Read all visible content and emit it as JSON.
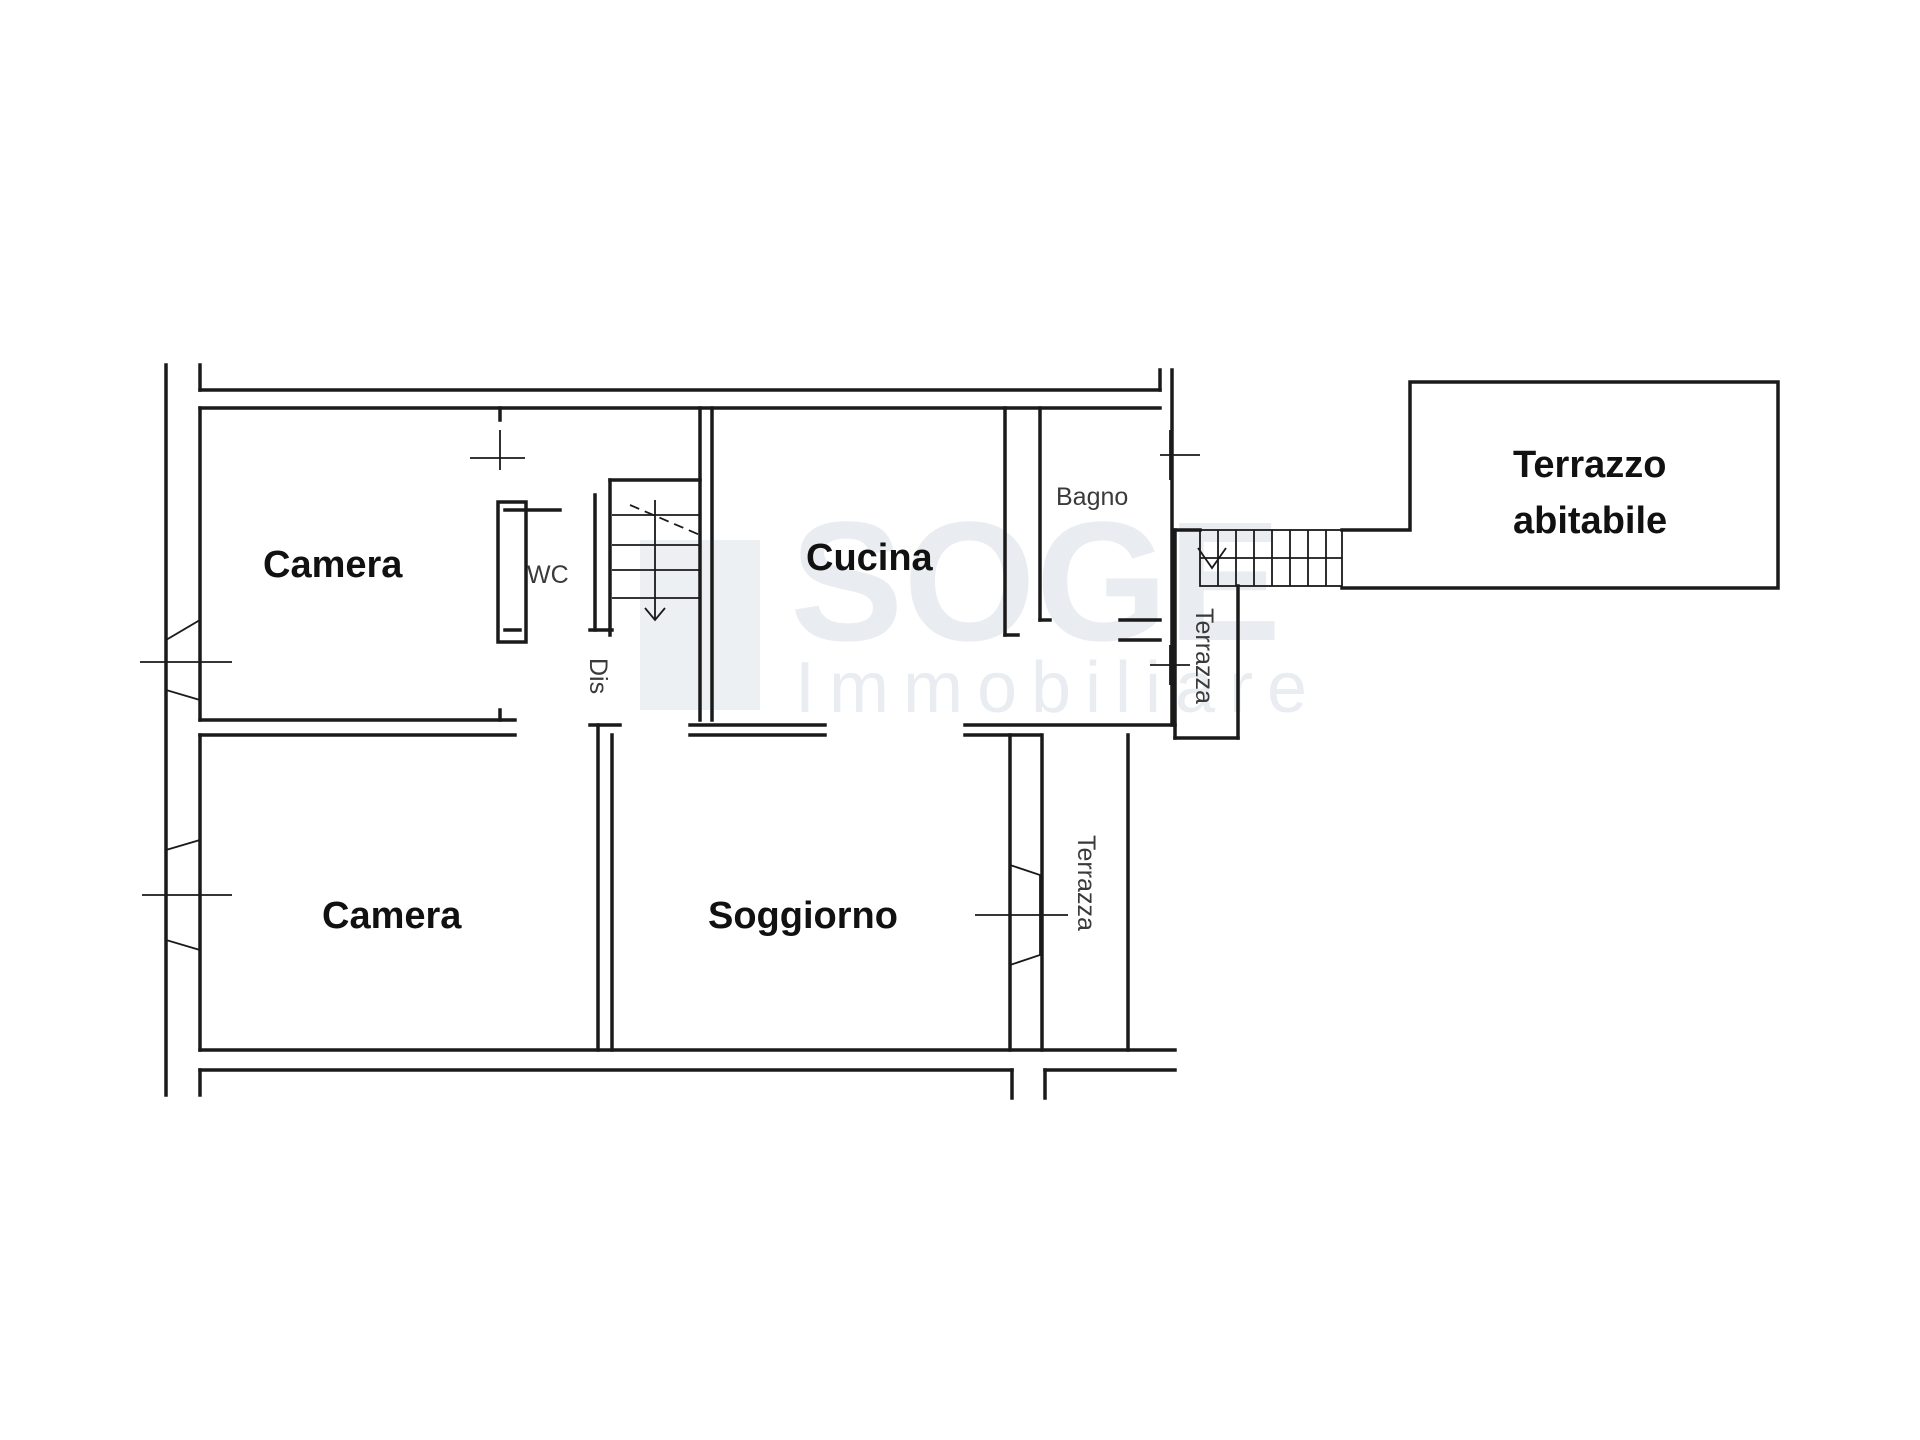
{
  "watermark": {
    "brand": "SOGE",
    "sub": "Immobiliare"
  },
  "rooms": {
    "camera_top": "Camera",
    "camera_bottom": "Camera",
    "wc": "WC",
    "dis": "Dis",
    "cucina": "Cucina",
    "bagno": "Bagno",
    "soggiorno": "Soggiorno",
    "terrazza_small": "Terrazza",
    "terrazza_side": "Terrazza",
    "terrazzo_line1": "Terrazzo",
    "terrazzo_line2": "abitabile"
  },
  "colors": {
    "wall": "#1a1a1a",
    "watermark": "#e9edf1"
  }
}
